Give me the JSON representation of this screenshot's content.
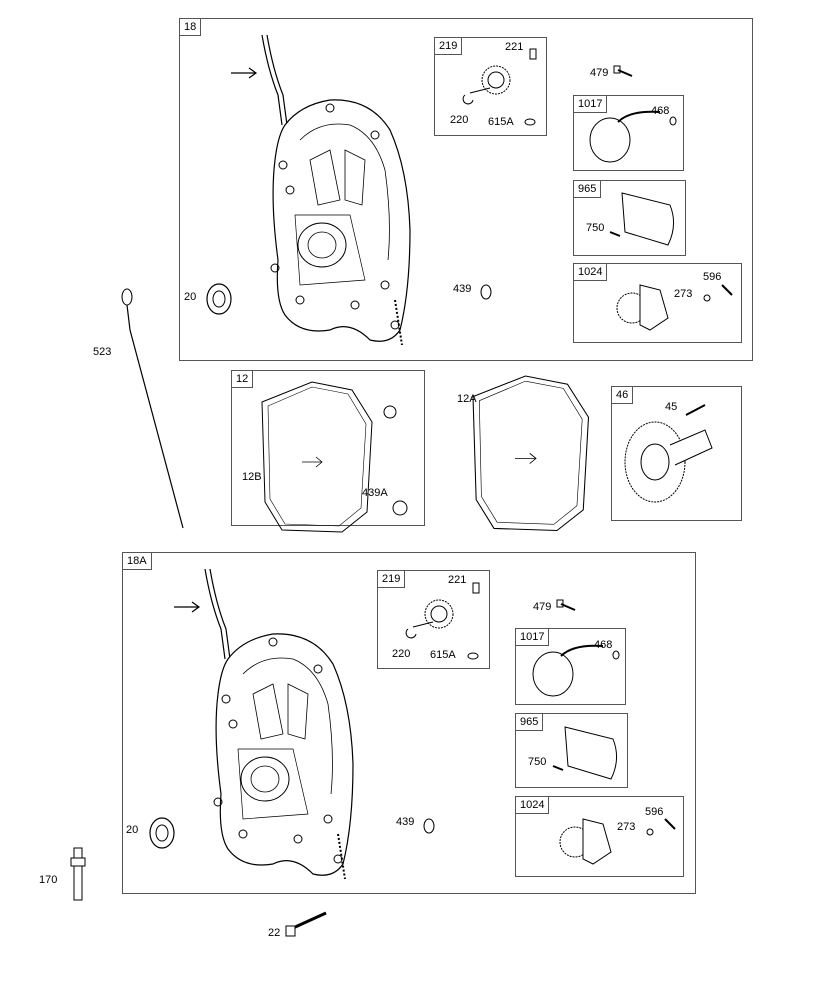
{
  "diagram": {
    "groups": {
      "g18": "18",
      "g219": "219",
      "g1017": "1017",
      "g965": "965",
      "g1024": "1024",
      "g12": "12",
      "g46": "46",
      "g18a": "18A",
      "g219b": "219",
      "g1017b": "1017",
      "g965b": "965",
      "g1024b": "1024"
    },
    "parts": {
      "p221": "221",
      "p479": "479",
      "p468": "468",
      "p220": "220",
      "p615a": "615A",
      "p750": "750",
      "p596": "596",
      "p273": "273",
      "p20": "20",
      "p439": "439",
      "p523": "523",
      "p12a": "12A",
      "p45": "45",
      "p12b": "12B",
      "p439a": "439A",
      "q221": "221",
      "q479": "479",
      "q468": "468",
      "q220": "220",
      "q615a": "615A",
      "q750": "750",
      "q596": "596",
      "q273": "273",
      "q20": "20",
      "q439": "439",
      "p170": "170",
      "p22": "22"
    }
  }
}
